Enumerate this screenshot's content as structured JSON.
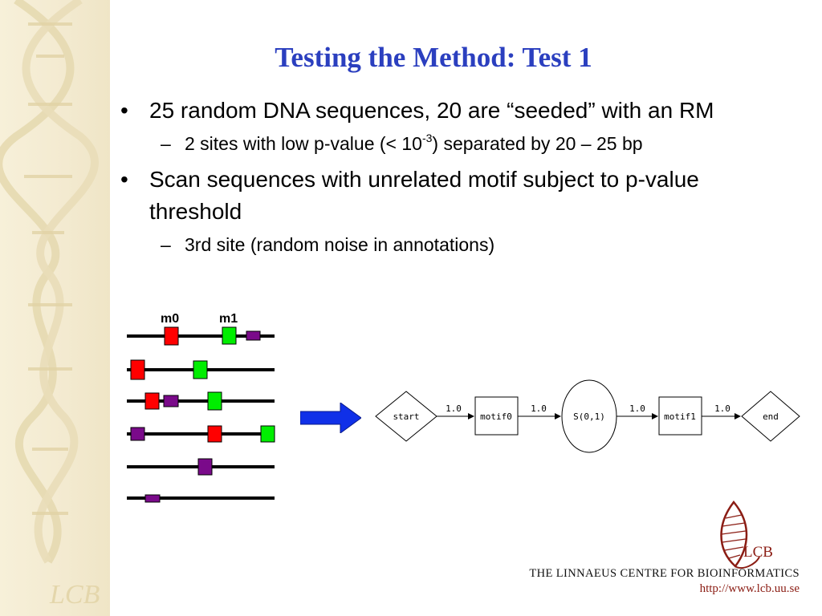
{
  "slide": {
    "title": "Testing the Method: Test 1",
    "bullets": [
      {
        "marker": "•",
        "text": "25 random DNA sequences, 20 are “seeded” with an RM",
        "sub": [
          {
            "marker": "–",
            "pre": "2 sites with low p-value (< 10",
            "sup": "-3",
            "post": ") separated by 20 – 25 bp"
          }
        ]
      },
      {
        "marker": "•",
        "text": "Scan sequences with unrelated motif subject to p-value threshold",
        "sub": [
          {
            "marker": "–",
            "pre": "3rd site (random noise in annotations)",
            "sup": "",
            "post": ""
          }
        ]
      }
    ]
  },
  "figure": {
    "motif_labels": [
      "m0",
      "m1"
    ],
    "colors": {
      "m0": "#ff0000",
      "m1": "#00ee00",
      "noise": "#7a0a8a",
      "arrow": "#1030e8"
    },
    "hmm_nodes": [
      "start",
      "motif0",
      "S(0,1)",
      "motif1",
      "end"
    ],
    "hmm_edge_labels": [
      "1.0",
      "1.0",
      "1.0",
      "1.0"
    ]
  },
  "footer": {
    "logo_text": "LCB",
    "watermark_text": "LCB",
    "tagline": "THE LINNAEUS CENTRE FOR BIOINFORMATICS",
    "url": "http://www.lcb.uu.se"
  }
}
